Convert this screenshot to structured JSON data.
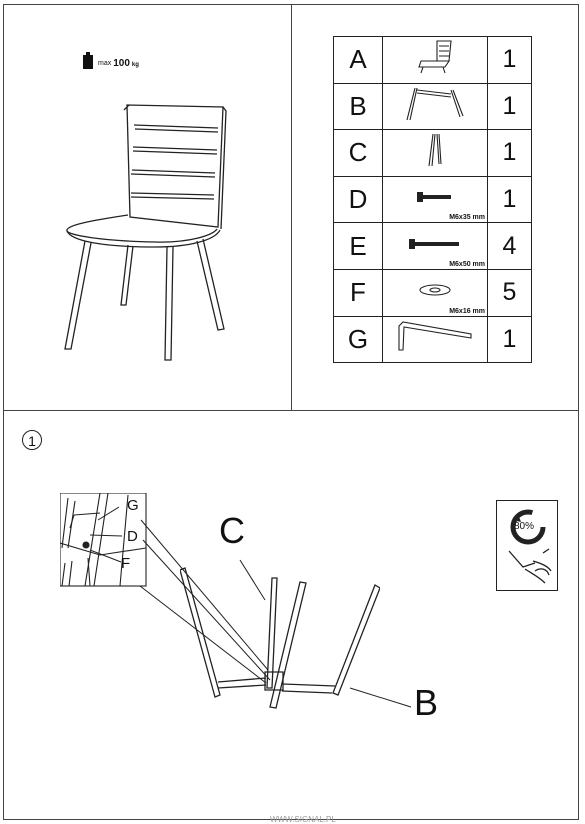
{
  "weight_limit": {
    "prefix": "max",
    "value": "100",
    "unit": "kg"
  },
  "parts": [
    {
      "letter": "A",
      "qty": "1",
      "spec": ""
    },
    {
      "letter": "B",
      "qty": "1",
      "spec": ""
    },
    {
      "letter": "C",
      "qty": "1",
      "spec": ""
    },
    {
      "letter": "D",
      "qty": "1",
      "spec": "M6x35 mm"
    },
    {
      "letter": "E",
      "qty": "4",
      "spec": "M6x50 mm"
    },
    {
      "letter": "F",
      "qty": "5",
      "spec": "M6x16 mm"
    },
    {
      "letter": "G",
      "qty": "1",
      "spec": ""
    }
  ],
  "step": {
    "number": "1"
  },
  "callouts": {
    "g": "G",
    "d": "D",
    "f": "F",
    "c": "C",
    "b": "B"
  },
  "tighten": {
    "percent": "80%"
  },
  "footer": "WWW.SIGNAL.PL"
}
